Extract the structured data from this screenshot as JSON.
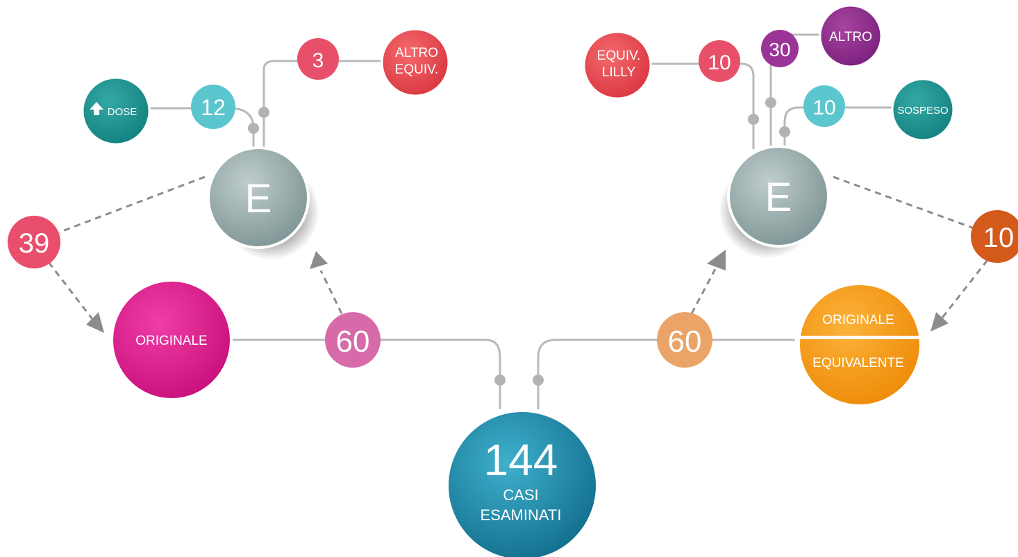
{
  "center": {
    "count": "144",
    "line1": "CASI",
    "line2": "ESAMINATI"
  },
  "left": {
    "branch_count": "60",
    "destination": "ORIGINALE",
    "hub_letter": "E",
    "return_count": "39",
    "outcomes": [
      {
        "count": "12",
        "label": "DOSE",
        "icon": "arrow-up-icon"
      },
      {
        "count": "3",
        "label_line1": "ALTRO",
        "label_line2": "EQUIV."
      }
    ]
  },
  "right": {
    "branch_count": "60",
    "destination_top": "ORIGINALE",
    "destination_bottom": "EQUIVALENTE",
    "hub_letter": "E",
    "return_count": "10",
    "outcomes": [
      {
        "count": "10",
        "label_line1": "EQUIV.",
        "label_line2": "LILLY"
      },
      {
        "count": "30",
        "label": "ALTRO"
      },
      {
        "count": "10",
        "label": "SOSPESO"
      }
    ]
  },
  "colors": {
    "center": "#1e88a8",
    "left_original": "#e0198d",
    "left_count": "#d76aa9",
    "hub": "#97aaaa",
    "return_left": "#e94e6d",
    "return_right": "#d35a1a",
    "right_original": "#f79a12",
    "right_count": "#eba467",
    "teal_count": "#5cc6cf",
    "teal_outcome": "#1a8c8a",
    "red_outcome": "#e8454c",
    "red_count": "#e8506a",
    "purple_outcome": "#8b2a8c",
    "purple_count": "#9a3597"
  }
}
